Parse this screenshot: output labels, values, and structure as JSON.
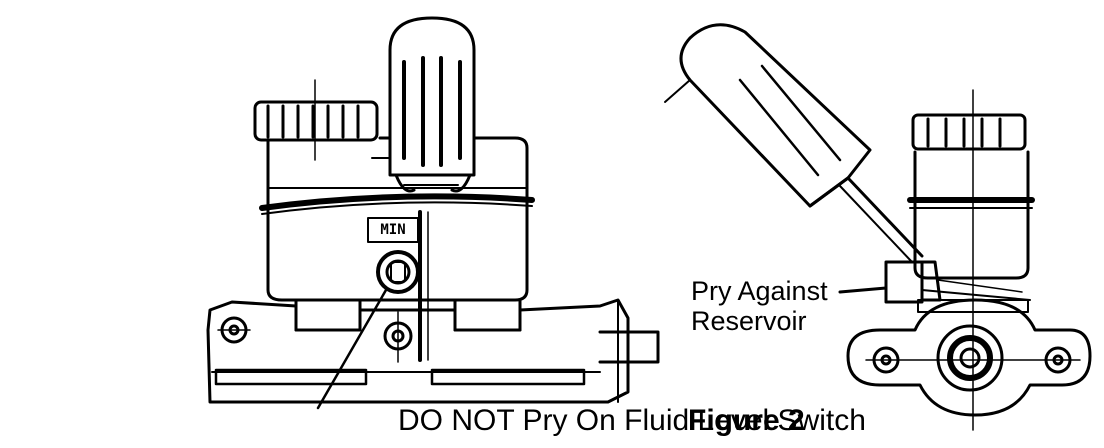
{
  "labels": {
    "warning": "DO NOT Pry On Fluid Level Switch",
    "pry_line1": "Pry Against",
    "pry_line2": "Reservoir",
    "figure": "Figure 2",
    "min_marking": "MIN"
  },
  "colors": {
    "ink": "#000000",
    "paper": "#ffffff"
  }
}
